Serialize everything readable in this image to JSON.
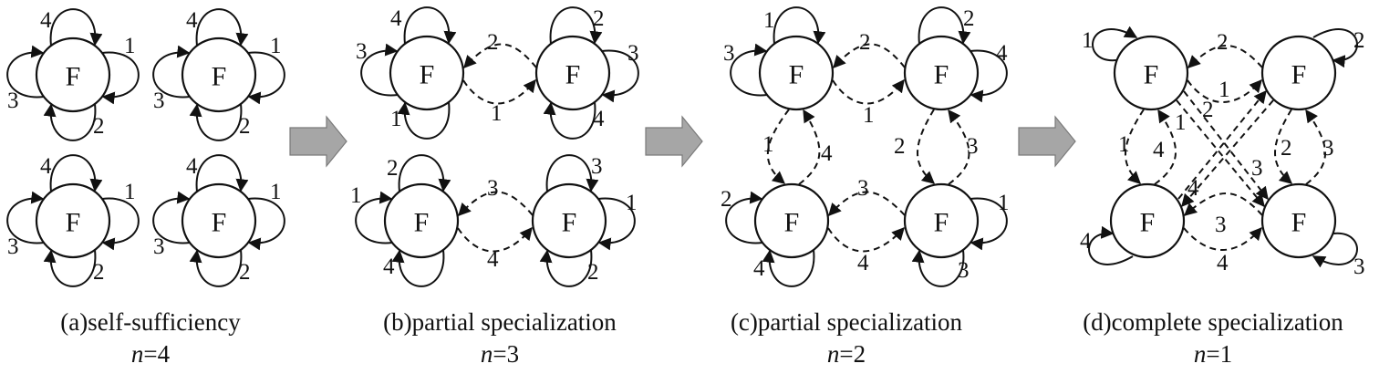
{
  "node_label": "F",
  "panels": [
    {
      "caption": "(a)self-sufficiency",
      "n_prefix": "n",
      "n_value": "=4"
    },
    {
      "caption": "(b)partial specialization",
      "n_prefix": "n",
      "n_value": "=3"
    },
    {
      "caption": "(c)partial specialization",
      "n_prefix": "n",
      "n_value": "=2"
    },
    {
      "caption": "(d)complete specialization",
      "n_prefix": "n",
      "n_value": "=1"
    }
  ],
  "edge_labels": {
    "a": [
      "4",
      "1",
      "3",
      "2",
      "4",
      "1",
      "3",
      "2",
      "4",
      "1",
      "3",
      "2",
      "4",
      "1",
      "3",
      "2"
    ],
    "b": [
      "4",
      "3",
      "1",
      "2",
      "1",
      "2",
      "3",
      "4",
      "2",
      "1",
      "4",
      "3",
      "3",
      "4",
      "2",
      "1"
    ],
    "c": [
      "1",
      "3",
      "2",
      "1",
      "2",
      "4",
      "4",
      "1",
      "4",
      "2",
      "3",
      "2",
      "3",
      "4",
      "1",
      "3"
    ],
    "d": [
      "1",
      "2",
      "2",
      "1",
      "1",
      "4",
      "1",
      "2",
      "2",
      "3",
      "3",
      "4",
      "4",
      "3",
      "3",
      "4"
    ]
  },
  "colors": {
    "ink": "#111111",
    "transition_arrow": "#a6a6a6"
  }
}
